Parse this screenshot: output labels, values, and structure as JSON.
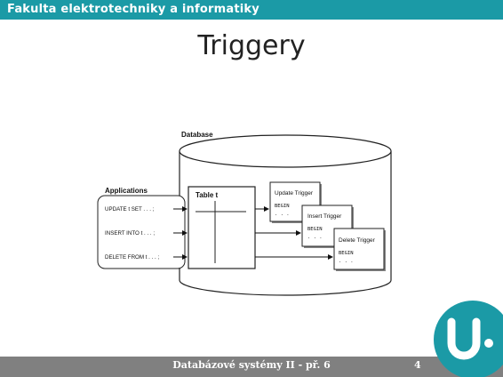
{
  "header": {
    "faculty": "Fakulta elektrotechniky a informatiky",
    "color": "#1b9aa6"
  },
  "slide": {
    "title": "Triggery"
  },
  "diagram": {
    "database_label": "Database",
    "applications_label": "Applications",
    "statements": [
      "UPDATE t SET . . . ;",
      "INSERT INTO t . . . ;",
      "DELETE FROM t . . . ;"
    ],
    "table_label": "Table t",
    "triggers": [
      {
        "name": "Update Trigger",
        "begin": "BEGIN",
        "dots": ". . ."
      },
      {
        "name": "Insert Trigger",
        "begin": "BEGIN",
        "dots": ". . ."
      },
      {
        "name": "Delete Trigger",
        "begin": "BEGIN",
        "dots": ". . ."
      }
    ]
  },
  "footer": {
    "course": "Databázové systémy II - př. 6",
    "page_number": "4",
    "color": "#808080"
  },
  "logo": {
    "letter": "U",
    "icon": "university-logo-icon",
    "color": "#1b9aa6"
  }
}
